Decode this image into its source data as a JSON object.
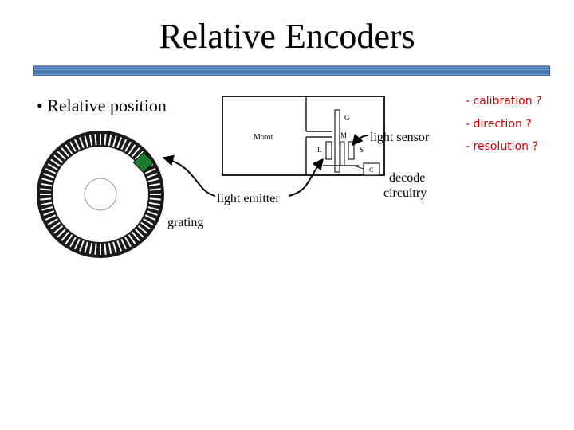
{
  "title": "Relative Encoders",
  "bullet": "• Relative position",
  "labels": {
    "light_sensor": "light sensor",
    "decode_circuitry_1": "decode",
    "decode_circuitry_2": "circuitry",
    "light_emitter": "light emitter",
    "grating": "grating"
  },
  "diagram_labels": {
    "motor": "Motor",
    "g": "G",
    "m": "M",
    "l": "L",
    "s": "S",
    "c": "C"
  },
  "questions": [
    "- calibration ?",
    "- direction ?",
    "- resolution ?"
  ],
  "colors": {
    "rule_blue": "#6fa3d8",
    "emitter_green": "#1e7a2e",
    "question_red": "#cc0000"
  }
}
